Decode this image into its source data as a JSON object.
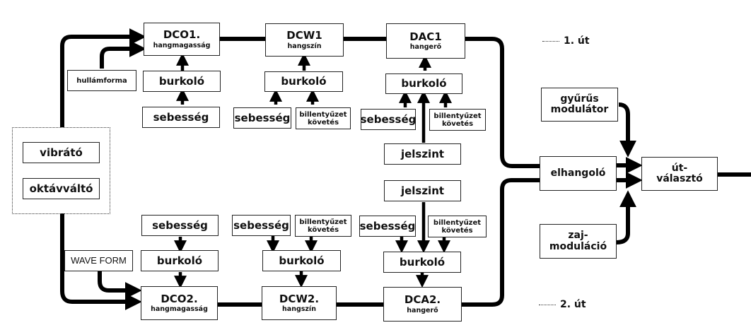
{
  "path1": {
    "dco": {
      "title": "DCO1.",
      "subtitle": "hangmagasság"
    },
    "dcw": {
      "title": "DCW1",
      "subtitle": "hangszín"
    },
    "dca": {
      "title": "DAC1",
      "subtitle": "hangerő"
    },
    "waveform": "hullámforma",
    "dco_envelope": "burkoló",
    "dco_velocity": "sebesség",
    "dcw_envelope": "burkoló",
    "dcw_velocity": "sebesség",
    "dcw_keytrack": [
      "billentyűzet",
      "követés"
    ],
    "dca_envelope": "burkoló",
    "dca_velocity": "sebesség",
    "dca_keytrack": [
      "billentyűzet",
      "követés"
    ],
    "level": "jelszint"
  },
  "path2": {
    "dco": {
      "title": "DCO2.",
      "subtitle": "hangmagasság"
    },
    "dcw": {
      "title": "DCW2.",
      "subtitle": "hangszín"
    },
    "dca": {
      "title": "DCA2.",
      "subtitle": "hangerő"
    },
    "waveform": "WAVE FORM",
    "dco_envelope": "burkoló",
    "dco_velocity": "sebesség",
    "dcw_envelope": "burkoló",
    "dcw_velocity": "sebesség",
    "dcw_keytrack": [
      "billentyűzet",
      "követés"
    ],
    "dca_envelope": "burkoló",
    "dca_velocity": "sebesség",
    "dca_keytrack": [
      "billentyűzet",
      "követés"
    ],
    "level": "jelszint"
  },
  "modulation_group": {
    "vibrato": "vibrátó",
    "octave": "oktávváltó"
  },
  "mixer": {
    "detune": "elhangoló",
    "ring_mod": [
      "gyűrűs",
      "modulátor"
    ],
    "noise_mod": [
      "zaj-",
      "moduláció"
    ],
    "line_select": [
      "út-",
      "választó"
    ]
  },
  "legend": {
    "path1": "1. út",
    "path2": "2. út"
  },
  "colors": {
    "line": "#000000",
    "border": "#222222",
    "background": "#ffffff"
  }
}
